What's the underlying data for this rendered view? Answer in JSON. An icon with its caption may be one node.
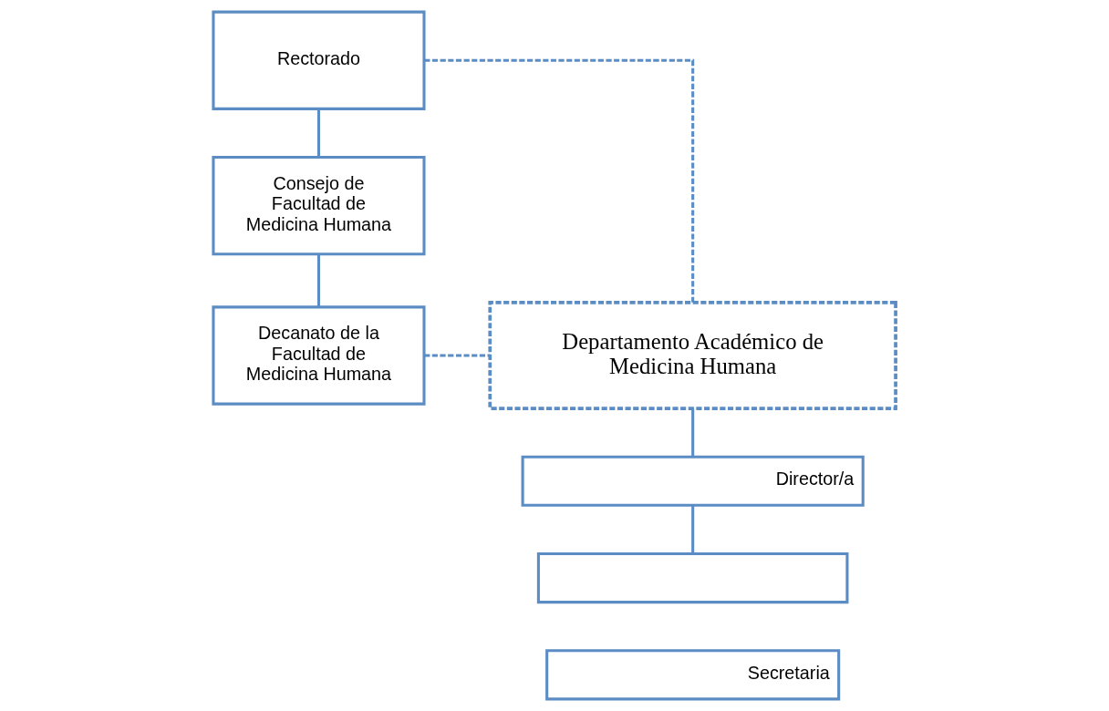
{
  "diagram": {
    "nodes": [
      {
        "text": [
          "Rectorado"
        ]
      },
      {
        "text": [
          "Consejo de Facultad de Medicina Humana"
        ]
      },
      {
        "text": [
          "Decanato de la Facultad de Medicina Humana"
        ]
      },
      {
        "text": [
          "Departamento Académico de Medicina Humana"
        ]
      },
      {
        "text": [
          "Director/a"
        ]
      },
      {
        "text": [],
        "shape": "box"
      },
      {
        "text": [
          "Secretaria"
        ]
      }
    ],
    "edges": [
      {
        "from": 0,
        "to": 1,
        "arrow": "none"
      },
      {
        "from": 1,
        "to": 2,
        "arrow": "none"
      },
      {
        "from": 2,
        "to": 3,
        "arrow": "none",
        "style": "dashed"
      },
      {
        "from": 0,
        "to": 3,
        "arrow": "none",
        "style": "dashed"
      },
      {
        "from": 3,
        "to": 4,
        "arrow": "none"
      },
      {
        "from": 4,
        "to": 5,
        "arrow": "none"
      }
    ]
  }
}
